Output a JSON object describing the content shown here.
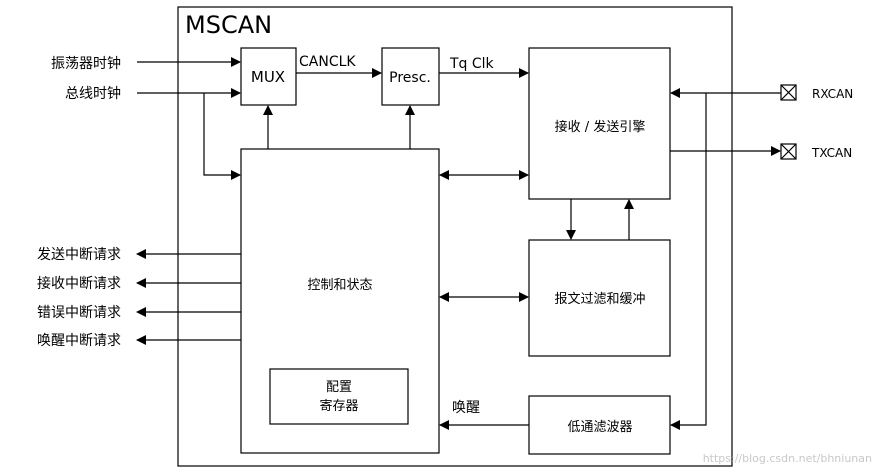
{
  "title": "MSCAN",
  "blocks": {
    "mux": "MUX",
    "presc": "Presc.",
    "engine": "接收 / 发送引擎",
    "control": "控制和状态",
    "config_line1": "配置",
    "config_line2": "寄存器",
    "filter": "报文过滤和缓冲",
    "lowpass": "低通滤波器"
  },
  "signals": {
    "canclk": "CANCLK",
    "tqclk": "Tq Clk",
    "wakeup": "唤醒"
  },
  "inputs": {
    "osc_clock": "振荡器时钟",
    "bus_clock": "总线时钟"
  },
  "outputs": {
    "tx_irq": "发送中断请求",
    "rx_irq": "接收中断请求",
    "err_irq": "错误中断请求",
    "wake_irq": "唤醒中断请求"
  },
  "pins": {
    "rxcan": "RXCAN",
    "txcan": "TXCAN"
  },
  "watermark": "https://blog.csdn.net/bhniunan"
}
